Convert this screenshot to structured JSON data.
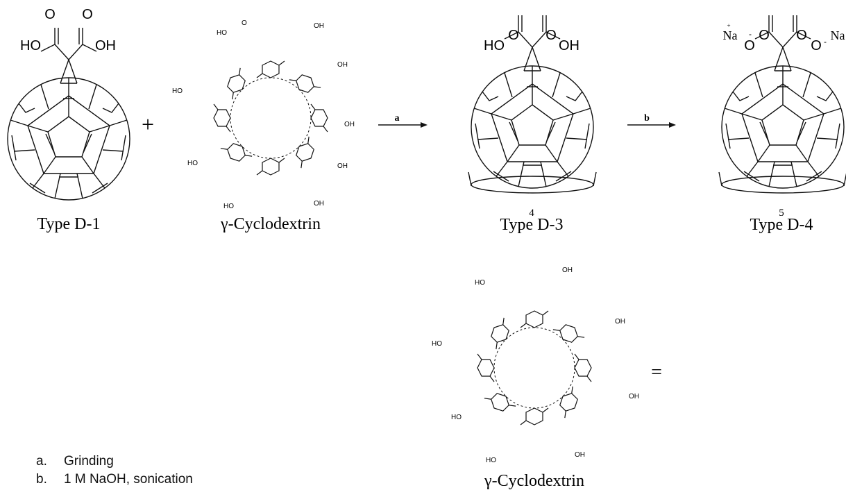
{
  "compounds": {
    "d1": {
      "label": "Type D-1"
    },
    "cd_top": {
      "label": "γ-Cyclodextrin"
    },
    "d3": {
      "label": "Type D-3",
      "number": "4"
    },
    "d4": {
      "label": "Type D-4",
      "number": "5"
    },
    "cd_legend": {
      "label": "γ-Cyclodextrin"
    }
  },
  "groups": {
    "hydroxyl": "OH",
    "hydroxyl_left": "HO",
    "oxygen": "O",
    "ring_oxygen": "O",
    "sodium": "Na",
    "plus_charge": "+",
    "minus_charge": "-"
  },
  "operators": {
    "plus": "+",
    "equals": "="
  },
  "arrows": {
    "a": {
      "label": "a"
    },
    "b": {
      "label": "b"
    }
  },
  "conditions": [
    {
      "key": "a.",
      "text": "Grinding"
    },
    {
      "key": "b.",
      "text": "1 M NaOH, sonication"
    }
  ]
}
